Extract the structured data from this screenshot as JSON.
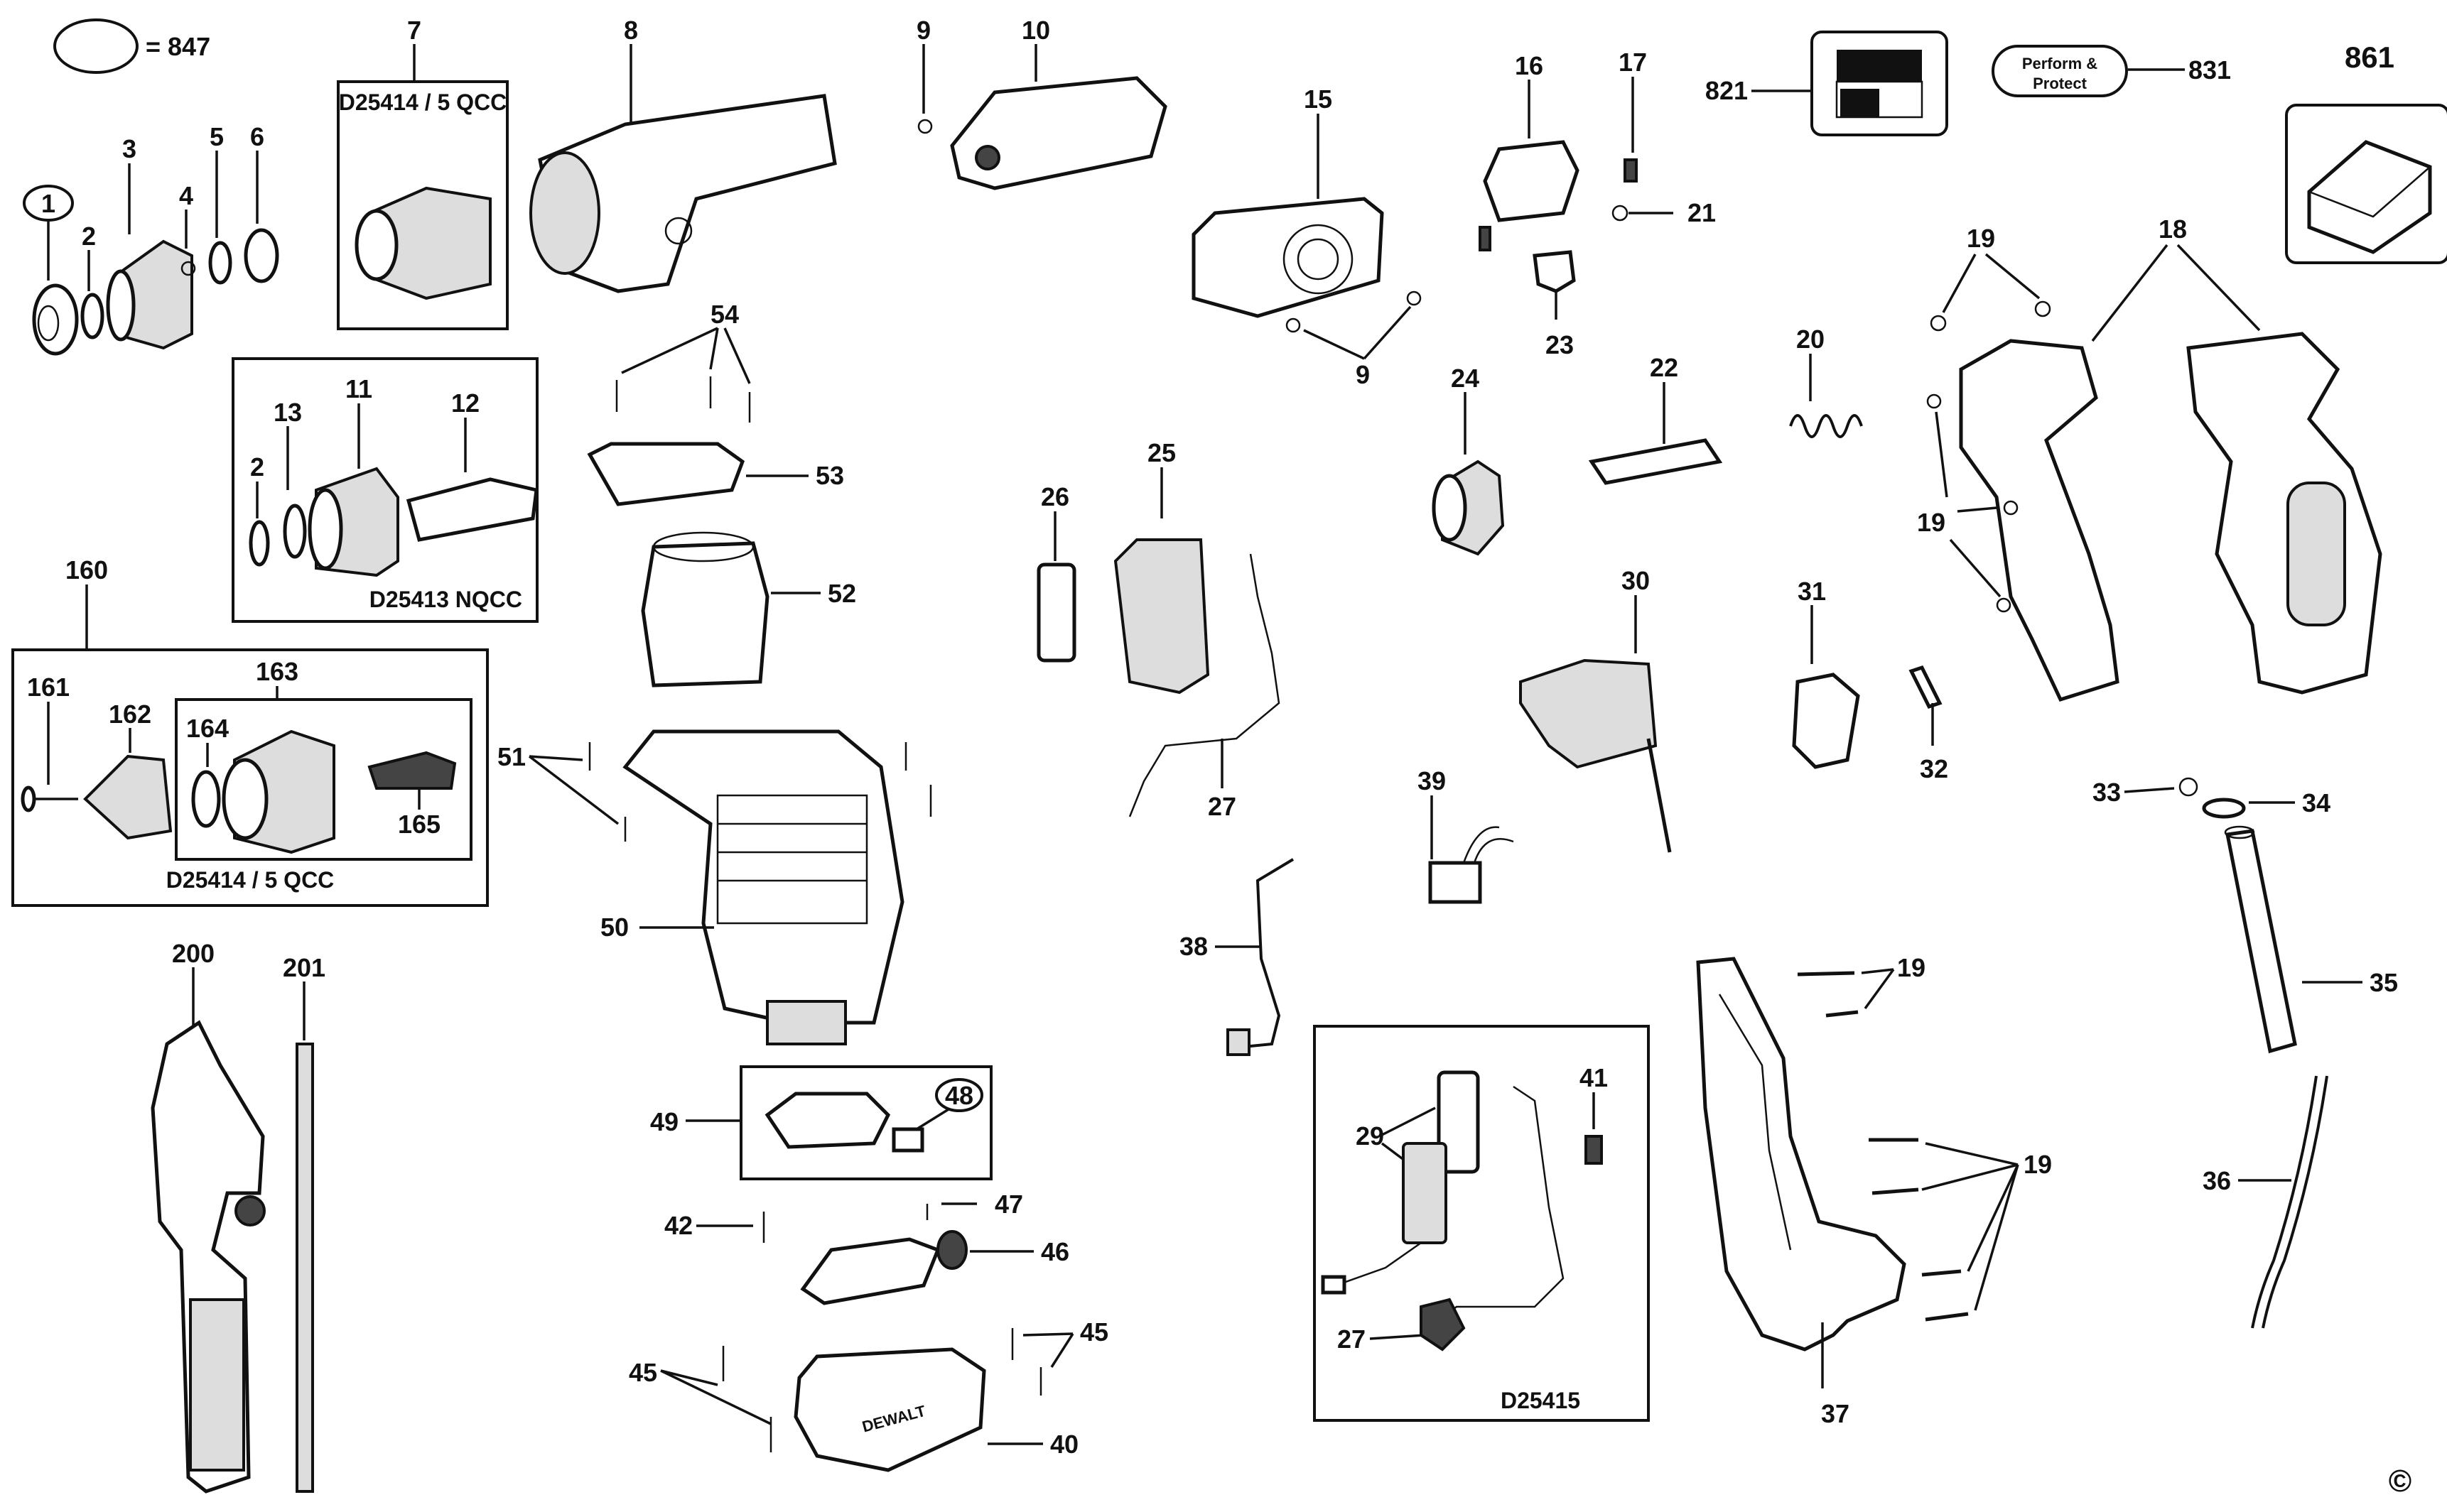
{
  "legend": {
    "count": "= 847"
  },
  "boxes": {
    "qcc_top": "D25414 / 5 QCC",
    "nqcc": "D25413 NQCC",
    "qcc_bottom": "D25414 / 5 QCC",
    "d25415": "D25415"
  },
  "badges": {
    "sticker_id": "821",
    "perform_protect_line1": "Perform &",
    "perform_protect_line2": "Protect",
    "perform_protect_id": "831",
    "case_id": "861",
    "brand": "DEWALT"
  },
  "labels": {
    "p1": "1",
    "p2a": "2",
    "p2b": "2",
    "p3": "3",
    "p4": "4",
    "p5": "5",
    "p6": "6",
    "p7": "7",
    "p8": "8",
    "p9a": "9",
    "p9b": "9",
    "p10": "10",
    "p11": "11",
    "p12": "12",
    "p13": "13",
    "p15": "15",
    "p16": "16",
    "p17": "17",
    "p18": "18",
    "p19a": "19",
    "p19b": "19",
    "p19c": "19",
    "p19d": "19",
    "p20": "20",
    "p21": "21",
    "p22": "22",
    "p23": "23",
    "p24": "24",
    "p25": "25",
    "p26": "26",
    "p27a": "27",
    "p27b": "27",
    "p29": "29",
    "p30": "30",
    "p31": "31",
    "p32": "32",
    "p33": "33",
    "p34": "34",
    "p35": "35",
    "p36": "36",
    "p37": "37",
    "p38": "38",
    "p39": "39",
    "p40": "40",
    "p41": "41",
    "p42": "42",
    "p45a": "45",
    "p45b": "45",
    "p46": "46",
    "p47": "47",
    "p48": "48",
    "p49": "49",
    "p50": "50",
    "p51": "51",
    "p52": "52",
    "p53": "53",
    "p54": "54",
    "p160": "160",
    "p161": "161",
    "p162": "162",
    "p163": "163",
    "p164": "164",
    "p165": "165",
    "p200": "200",
    "p201": "201"
  },
  "copyright": "©",
  "colors": {
    "ink": "#111111",
    "fill_light": "#dddddd",
    "fill_dark": "#444444",
    "paper": "#ffffff"
  }
}
